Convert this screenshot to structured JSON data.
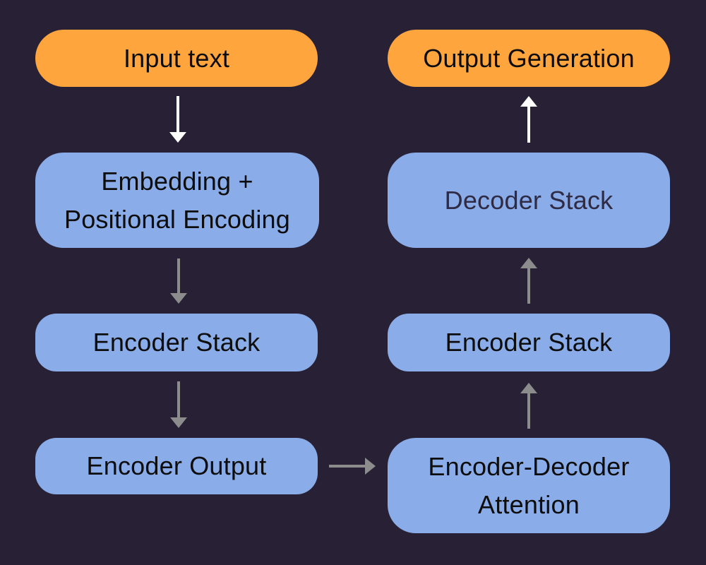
{
  "diagram": {
    "background_color": "#282136",
    "colors": {
      "terminal_node_fill": "#FFA53E",
      "process_node_fill": "#8AACE8",
      "arrow_gray": "#8C8C8C",
      "arrow_white": "#FFFFFF",
      "label_dark": "#0D0D0D",
      "label_slate": "#2F2B45"
    },
    "nodes": {
      "input_text": {
        "lines": [
          "Input text"
        ]
      },
      "embedding": {
        "lines": [
          "Embedding +",
          "Positional Encoding"
        ]
      },
      "encoder_stack_left": {
        "lines": [
          "Encoder Stack"
        ]
      },
      "encoder_output": {
        "lines": [
          "Encoder Output"
        ]
      },
      "output_generation": {
        "lines": [
          "Output Generation"
        ]
      },
      "decoder_stack": {
        "lines": [
          "Decoder Stack"
        ]
      },
      "encoder_stack_right": {
        "lines": [
          "Encoder Stack"
        ]
      },
      "encoder_decoder_attention": {
        "lines": [
          "Encoder-Decoder",
          "Attention"
        ]
      }
    },
    "arrows": [
      {
        "name": "input-text-to-embedding",
        "direction": "down",
        "color": "white"
      },
      {
        "name": "embedding-to-encoder-stack",
        "direction": "down",
        "color": "gray"
      },
      {
        "name": "encoder-stack-to-encoder-output",
        "direction": "down",
        "color": "gray"
      },
      {
        "name": "encoder-output-to-encoder-decoder-attention",
        "direction": "right",
        "color": "gray"
      },
      {
        "name": "encoder-decoder-attention-to-encoder-stack",
        "direction": "up",
        "color": "gray"
      },
      {
        "name": "encoder-stack-to-decoder-stack",
        "direction": "up",
        "color": "gray"
      },
      {
        "name": "decoder-stack-to-output-generation",
        "direction": "up",
        "color": "white"
      }
    ]
  }
}
